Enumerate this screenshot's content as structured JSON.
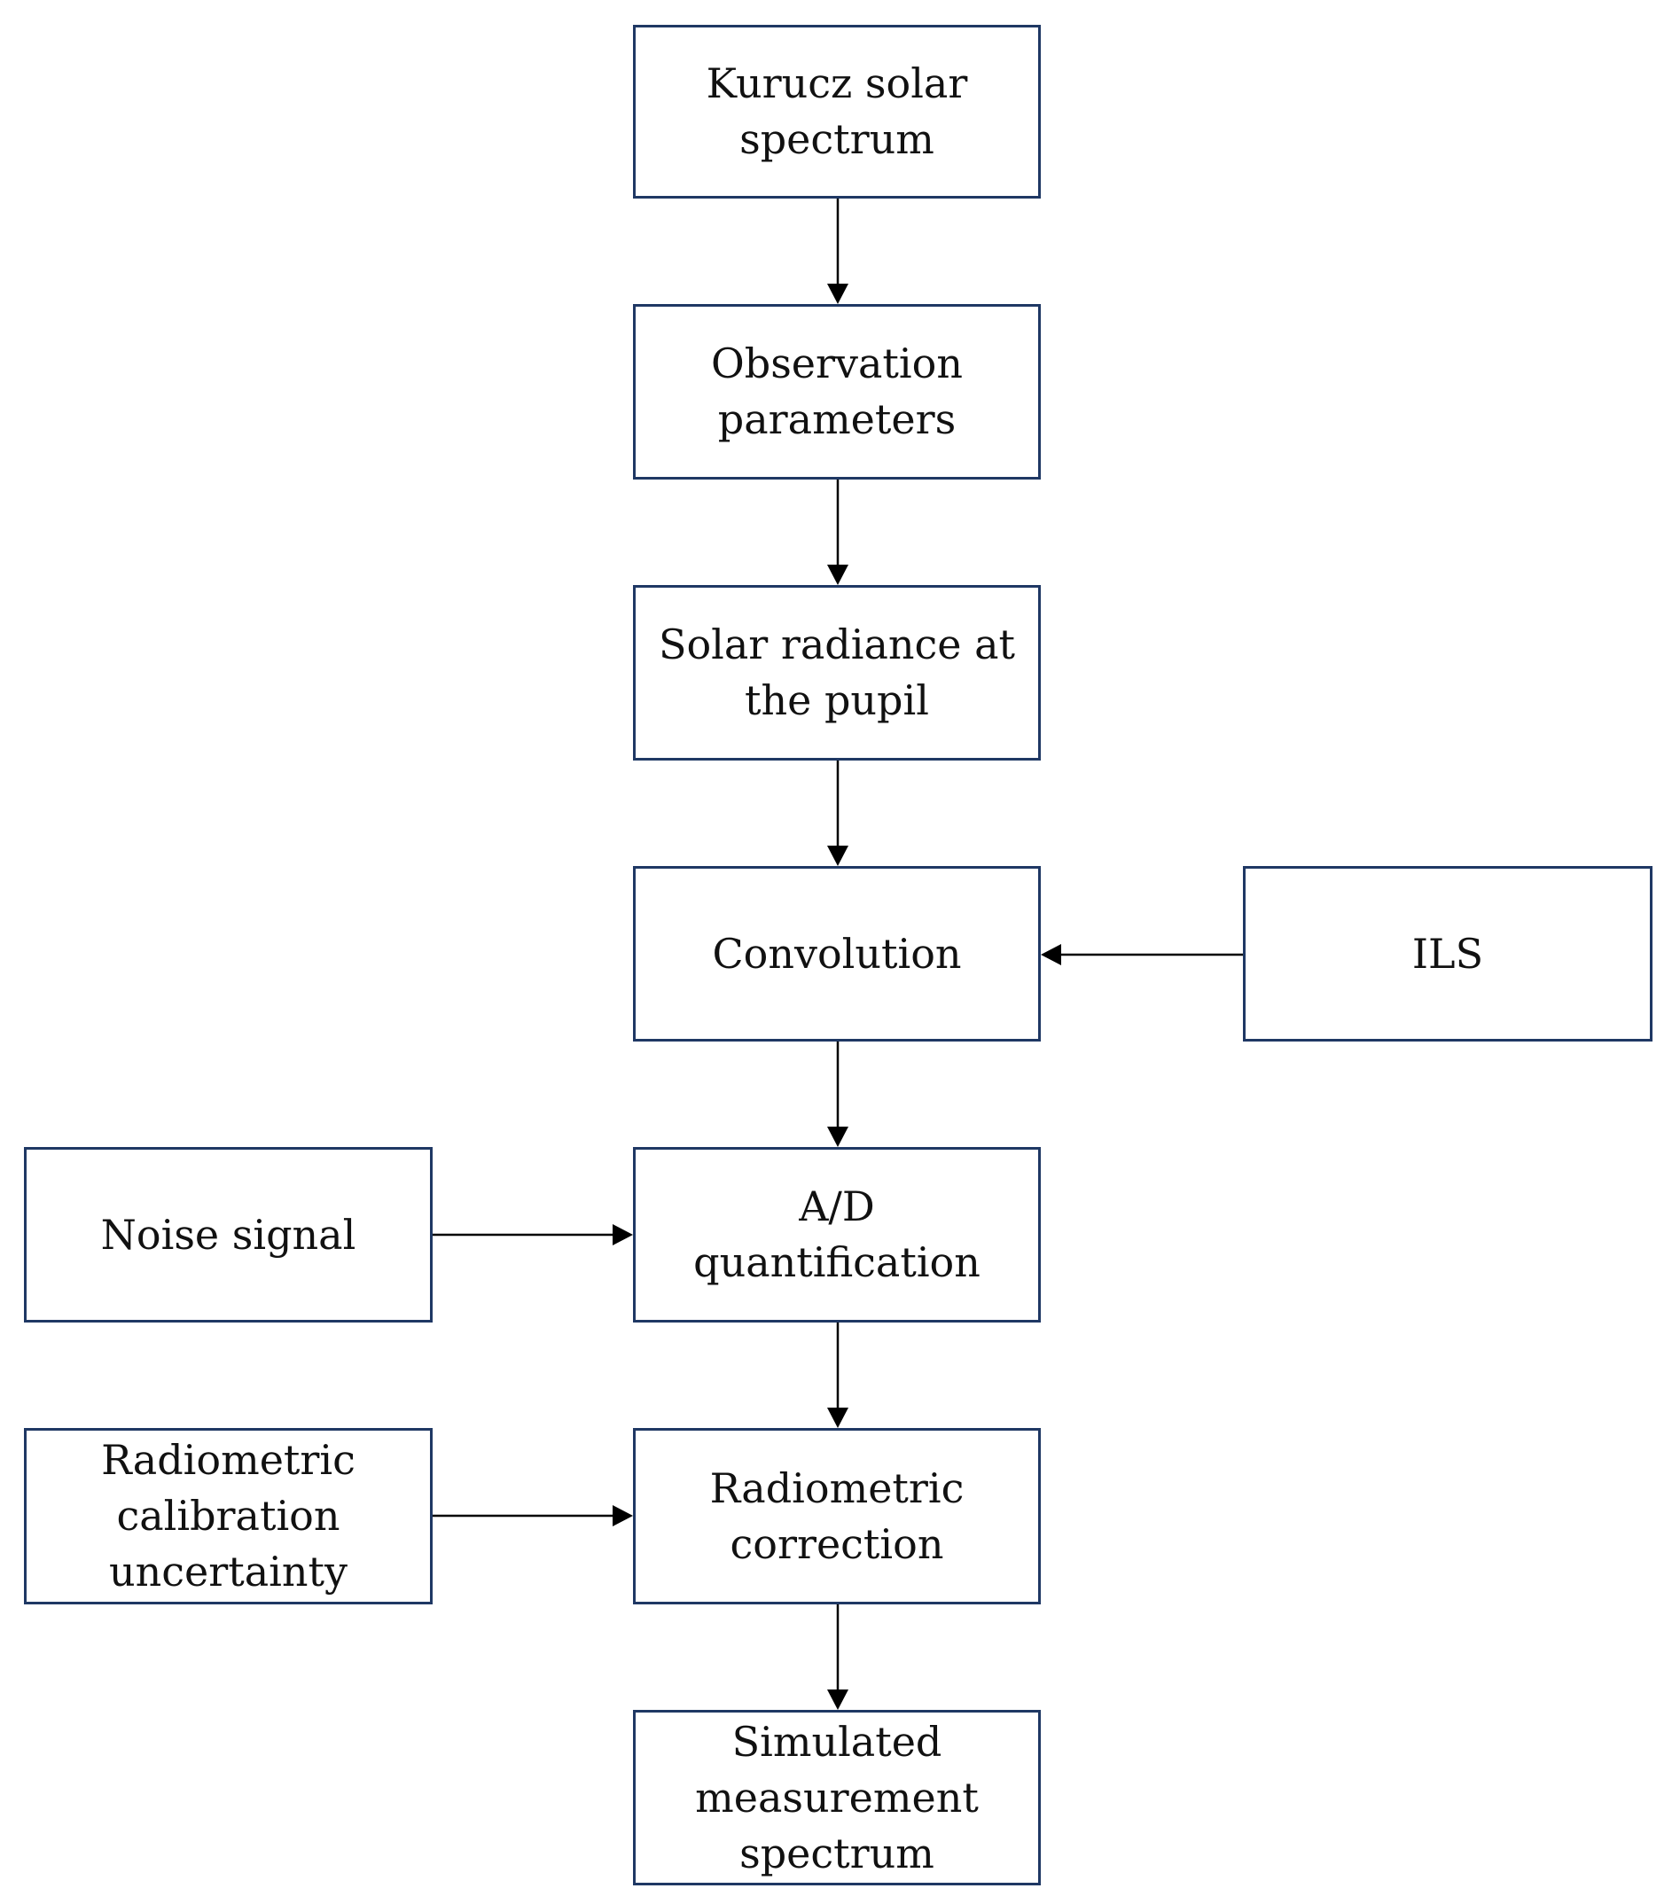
{
  "diagram": {
    "colors": {
      "box_border": "#1f3864",
      "arrow": "#000000",
      "text": "#111111",
      "background": "#ffffff"
    },
    "nodes": {
      "kurucz": {
        "lines": [
          "Kurucz solar",
          "spectrum"
        ]
      },
      "observation": {
        "lines": [
          "Observation",
          "parameters"
        ]
      },
      "solar_radiance": {
        "lines": [
          "Solar radiance at",
          "the pupil"
        ]
      },
      "convolution": {
        "lines": [
          "Convolution"
        ]
      },
      "ils": {
        "lines": [
          "ILS"
        ]
      },
      "ad": {
        "lines": [
          "A/D",
          "quantification"
        ]
      },
      "noise": {
        "lines": [
          "Noise signal"
        ]
      },
      "radiometric_correction": {
        "lines": [
          "Radiometric",
          "correction"
        ]
      },
      "radiometric_calibration": {
        "lines": [
          "Radiometric",
          "calibration",
          "uncertainty"
        ]
      },
      "simulated": {
        "lines": [
          "Simulated",
          "measurement",
          "spectrum"
        ]
      }
    },
    "edges": [
      {
        "from": "kurucz",
        "to": "observation"
      },
      {
        "from": "observation",
        "to": "solar_radiance"
      },
      {
        "from": "solar_radiance",
        "to": "convolution"
      },
      {
        "from": "ils",
        "to": "convolution"
      },
      {
        "from": "convolution",
        "to": "ad"
      },
      {
        "from": "noise",
        "to": "ad"
      },
      {
        "from": "ad",
        "to": "radiometric_correction"
      },
      {
        "from": "radiometric_calibration",
        "to": "radiometric_correction"
      },
      {
        "from": "radiometric_correction",
        "to": "simulated"
      }
    ]
  }
}
